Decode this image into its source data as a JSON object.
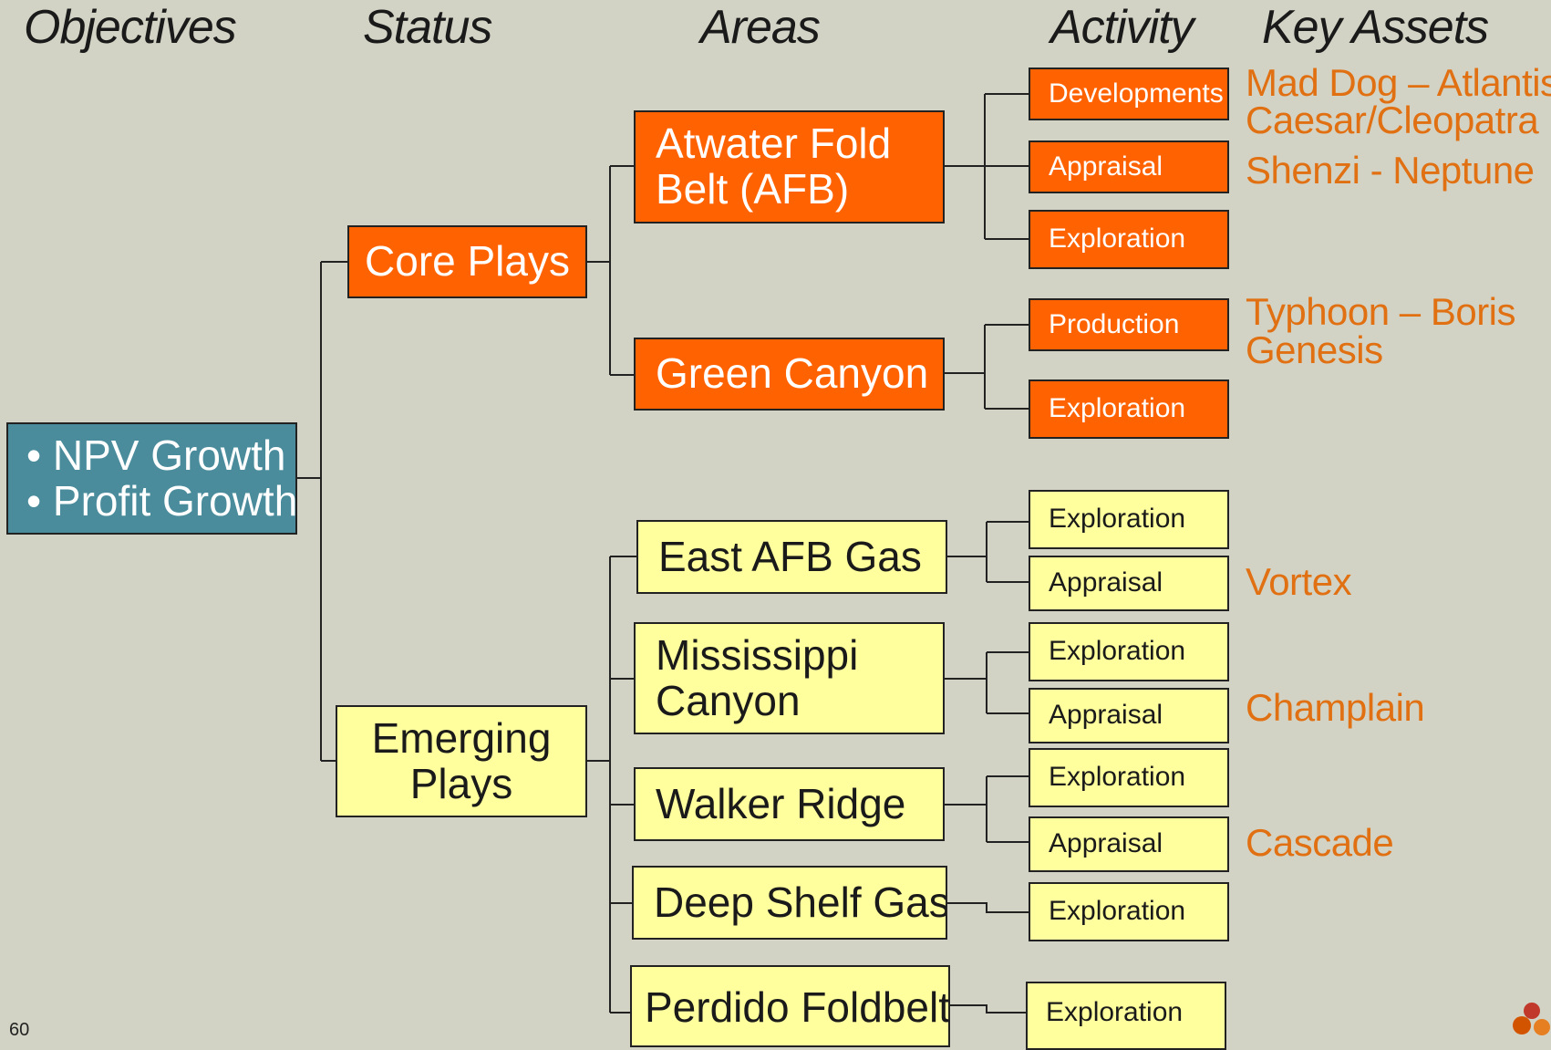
{
  "headers": {
    "objectives": "Objectives",
    "status": "Status",
    "areas": "Areas",
    "activity": "Activity",
    "key_assets": "Key Assets"
  },
  "objective": {
    "line1": "• NPV Growth",
    "line2": "• Profit Growth"
  },
  "status": {
    "core": "Core Plays",
    "emerging_line1": "Emerging",
    "emerging_line2": "Plays"
  },
  "areas": {
    "afb_line1": "Atwater Fold",
    "afb_line2": "Belt (AFB)",
    "green_canyon": "Green Canyon",
    "east_afb": "East AFB Gas",
    "mississippi_line1": "Mississippi",
    "mississippi_line2": "Canyon",
    "walker": "Walker Ridge",
    "deep_shelf": "Deep Shelf Gas",
    "perdido": "Perdido Foldbelt"
  },
  "activities": {
    "afb_dev": "Developments",
    "afb_app": "Appraisal",
    "afb_exp": "Exploration",
    "gc_prod": "Production",
    "gc_exp": "Exploration",
    "east_exp": "Exploration",
    "east_app": "Appraisal",
    "miss_exp": "Exploration",
    "miss_app": "Appraisal",
    "walker_exp": "Exploration",
    "walker_app": "Appraisal",
    "deep_exp": "Exploration",
    "perdido_exp": "Exploration"
  },
  "assets": {
    "mad_dog": "Mad Dog – Atlantis",
    "caesar": "Caesar/Cleopatra",
    "shenzi": "Shenzi - Neptune",
    "typhoon": "Typhoon – Boris",
    "genesis": "Genesis",
    "vortex": "Vortex",
    "champlain": "Champlain",
    "cascade": "Cascade"
  },
  "page_number": "60",
  "colors": {
    "background": "#d3d3c5",
    "core_fill": "#ff6200",
    "emerging_fill": "#ffff9e",
    "objective_fill": "#4a8c9c",
    "asset_text": "#e07012"
  }
}
